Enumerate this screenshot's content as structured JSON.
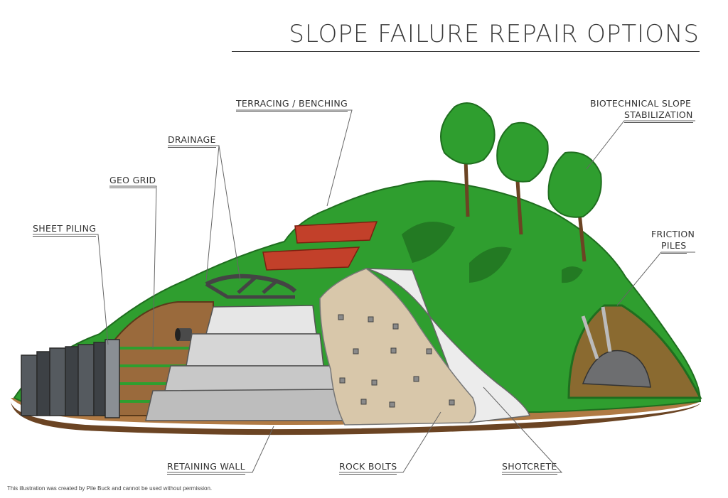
{
  "title": "SLOPE FAILURE REPAIR OPTIONS",
  "labels": {
    "terracing": "TERRACING / BENCHING",
    "biotechnical_line1": "BIOTECHNICAL SLOPE",
    "biotechnical_line2": "STABILIZATION",
    "drainage": "DRAINAGE",
    "geogrid": "GEO GRID",
    "sheet_piling": "SHEET PILING",
    "friction_line1": "FRICTION",
    "friction_line2": "PILES",
    "retaining_wall": "RETAINING WALL",
    "rock_bolts": "ROCK BOLTS",
    "shotcrete": "SHOTCRETE"
  },
  "footnote": "This illustration was created by Pile Buck and cannot be used without permission.",
  "colors": {
    "grass": "#2f9e2f",
    "grass_dark": "#237a23",
    "soil": "#9a6a3c",
    "soil_dark": "#6b4423",
    "brick": "#c2402a",
    "concrete": "#d9d9d9",
    "shotcrete": "#ececec",
    "rock_tan": "#d8c7aa",
    "piling": "#555a5f"
  }
}
